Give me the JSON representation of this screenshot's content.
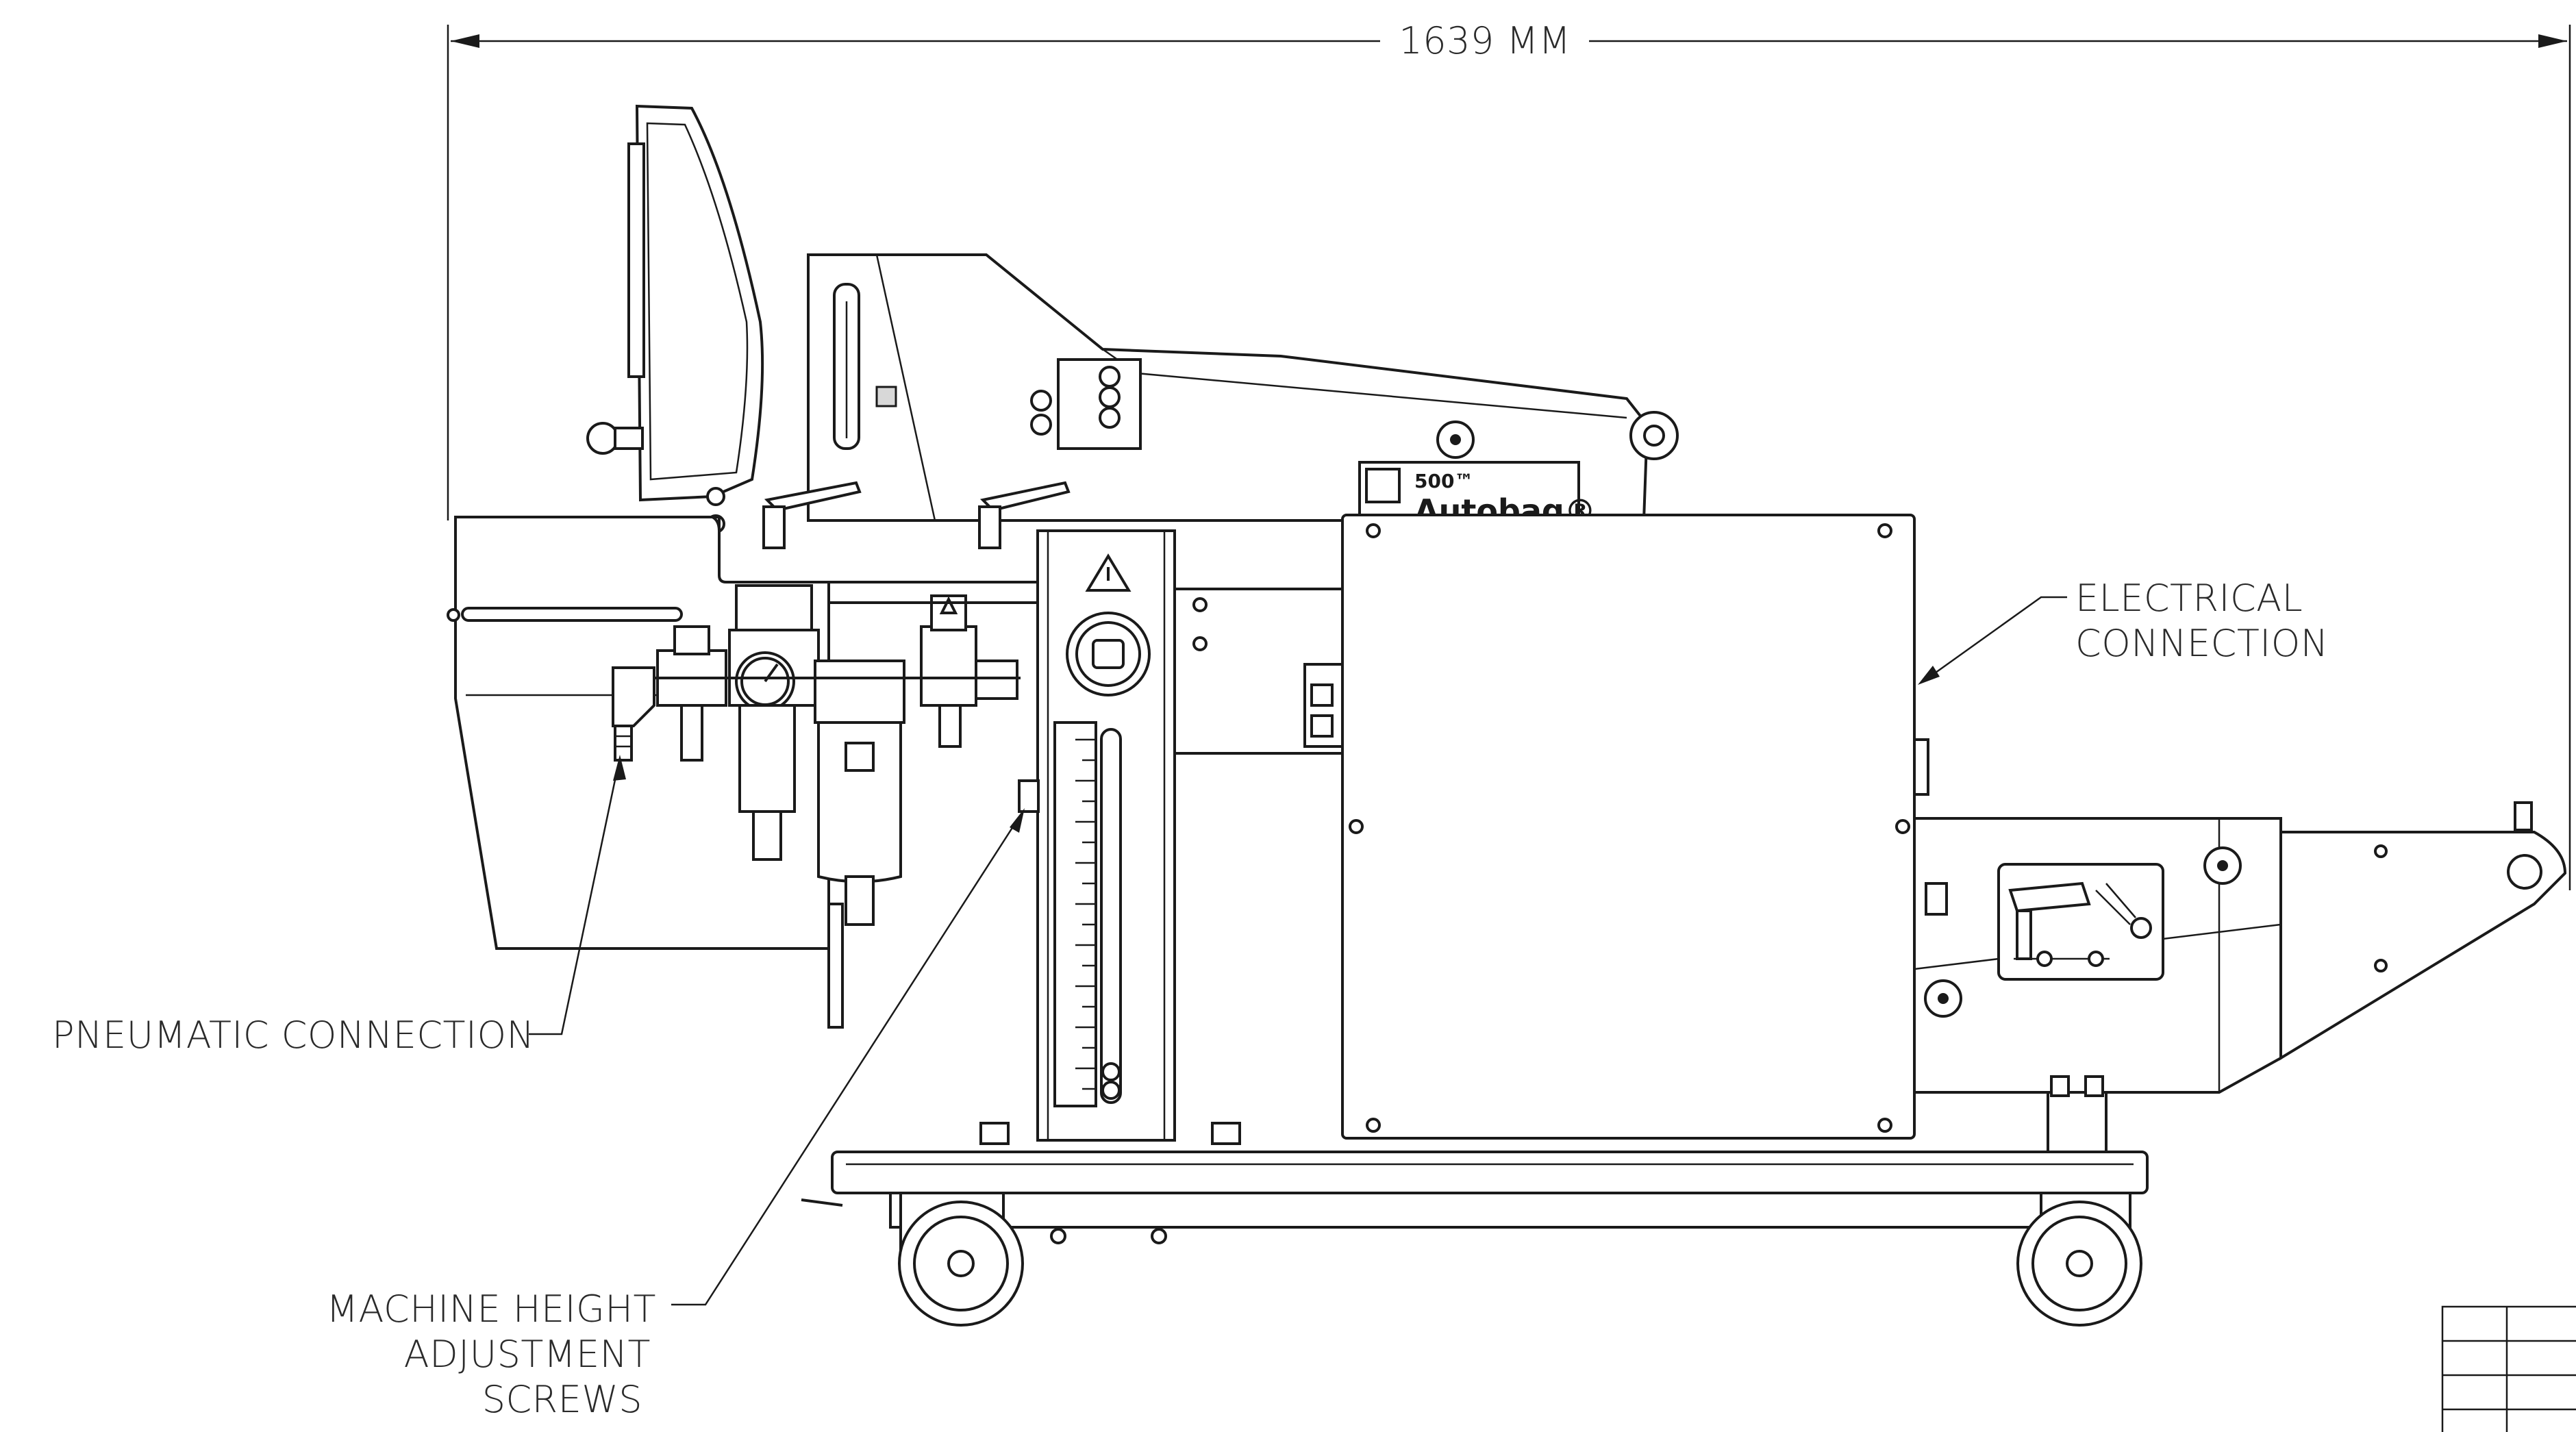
{
  "dimension": {
    "overall_length": "1639 MM"
  },
  "callouts": {
    "electrical": [
      "ELECTRICAL",
      "CONNECTION"
    ],
    "pneumatic": "PNEUMATIC CONNECTION",
    "height": [
      "MACHINE HEIGHT",
      "ADJUSTMENT",
      "SCREWS"
    ]
  },
  "nameplate": {
    "model": "500™",
    "brand": "Autobag®"
  }
}
